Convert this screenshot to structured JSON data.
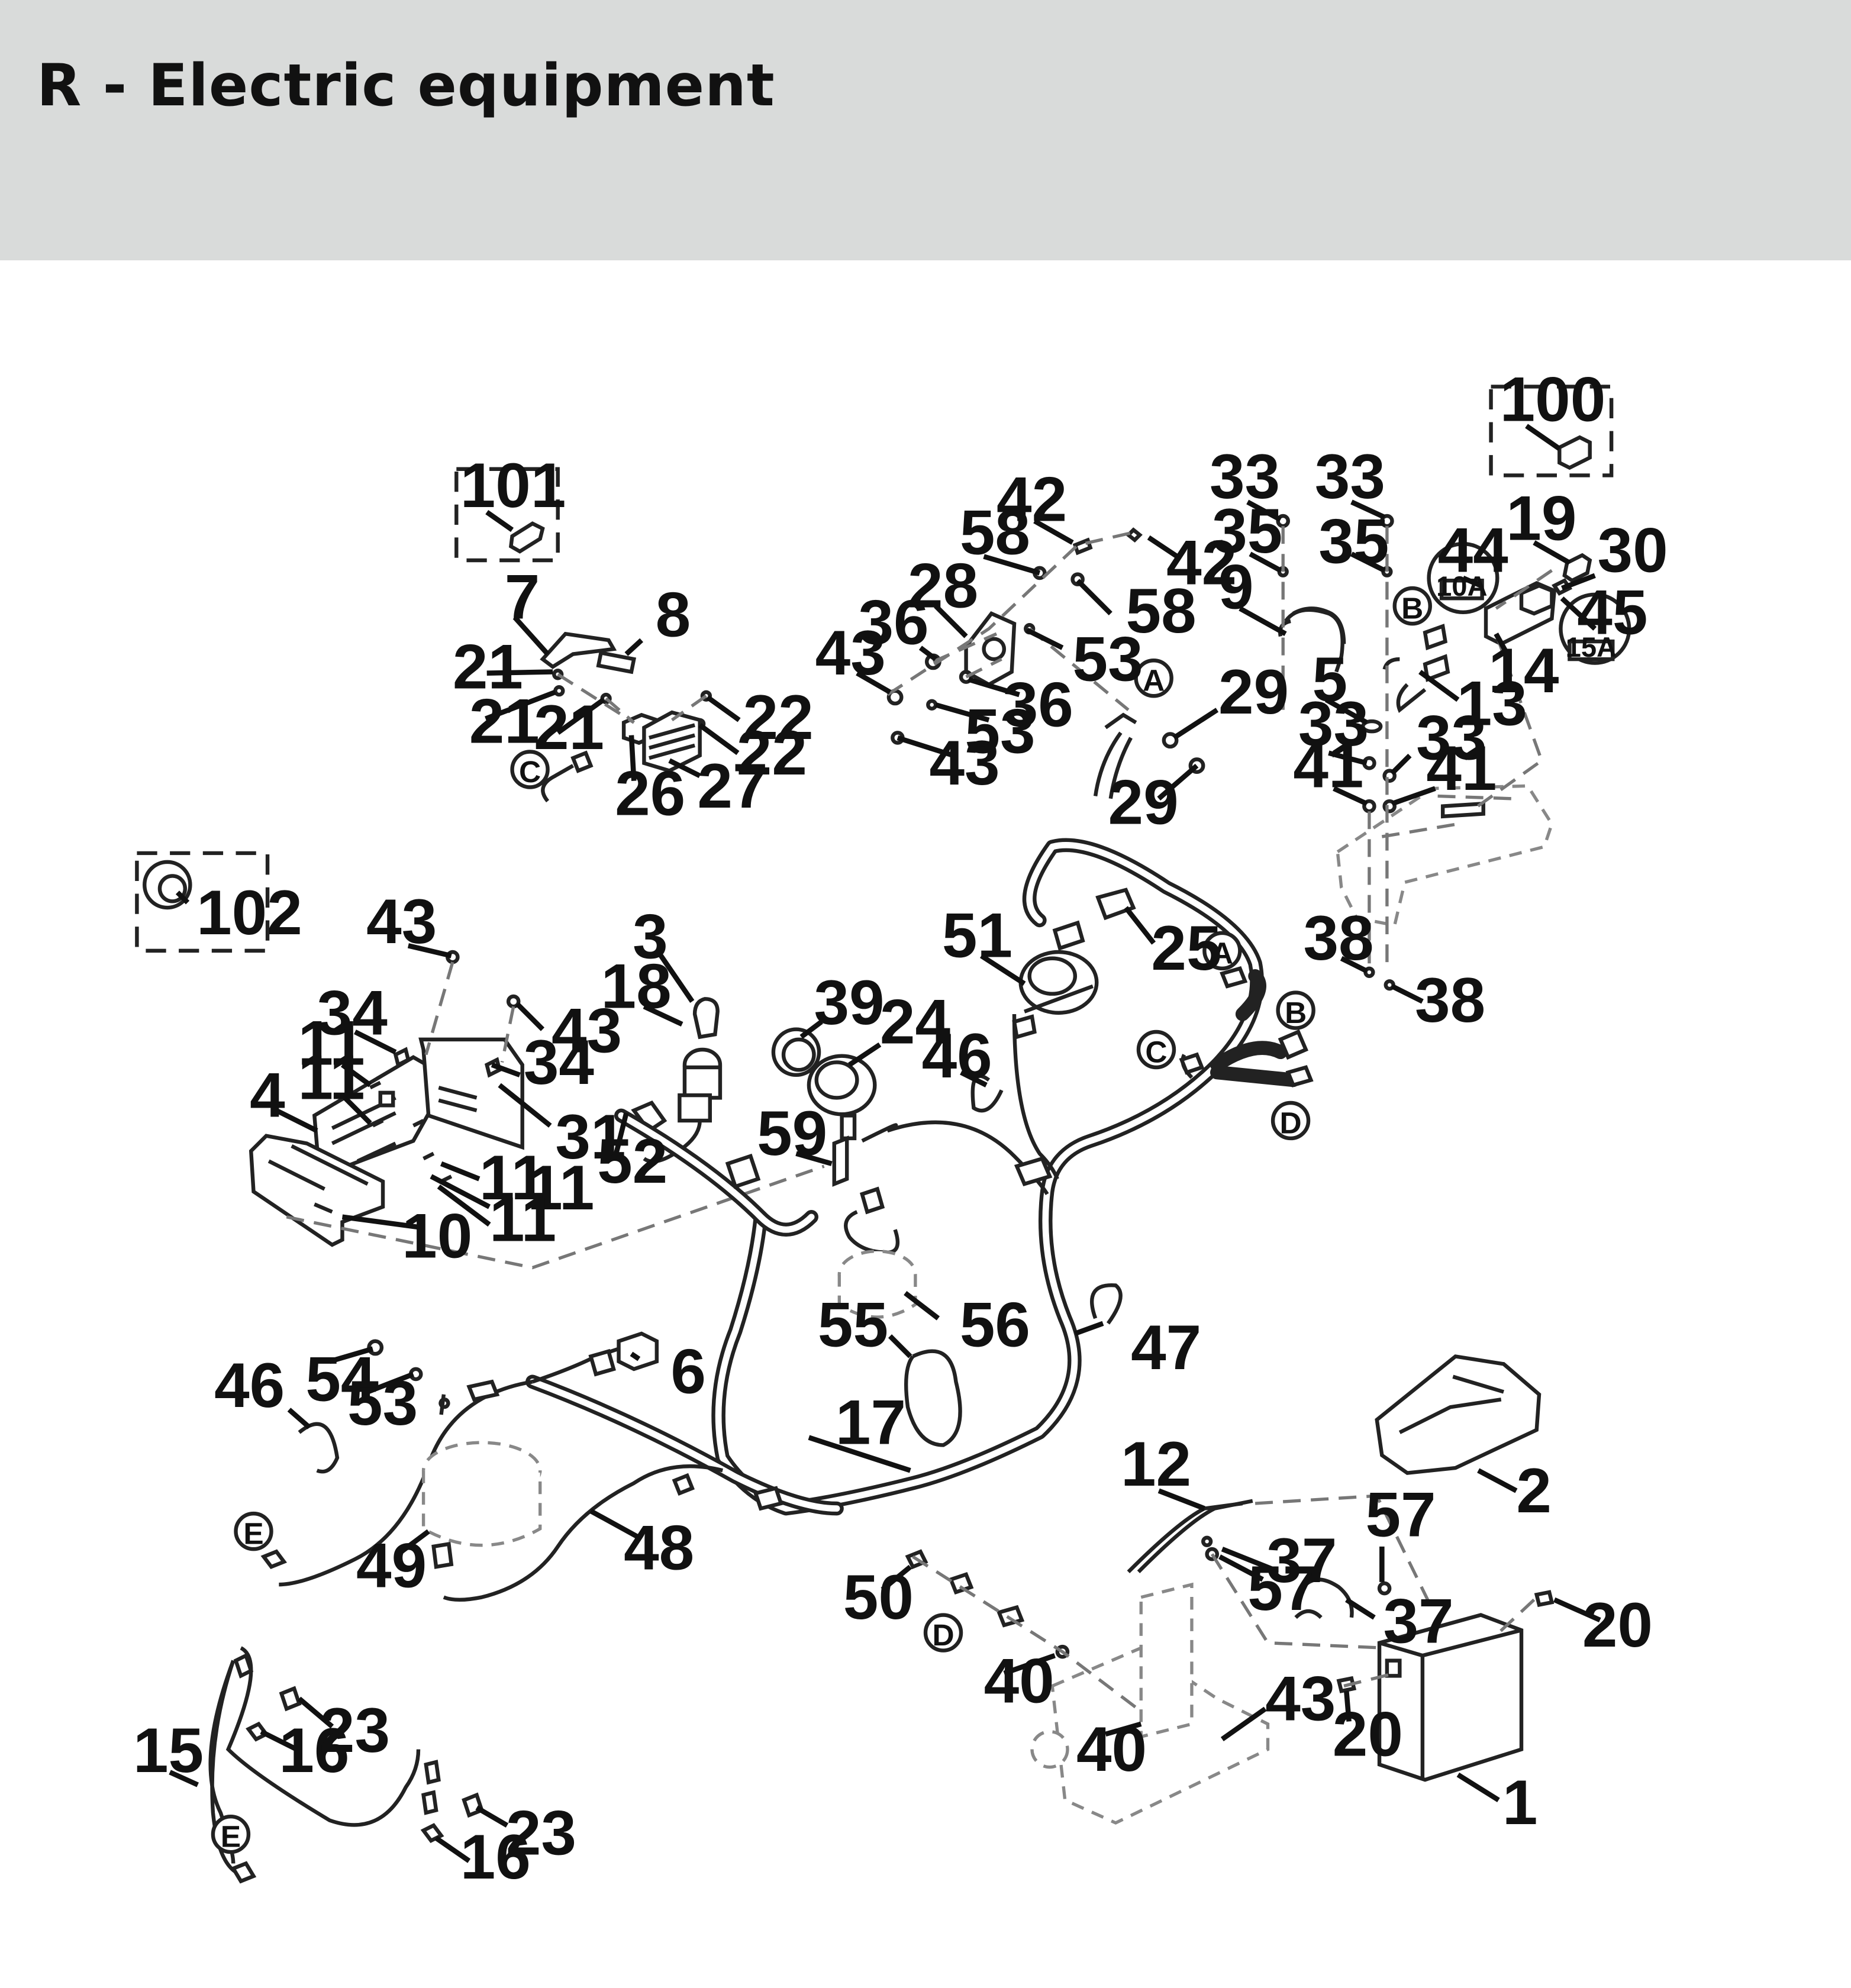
{
  "title": "R - Electric equipment",
  "refs": [
    "A",
    "B",
    "C",
    "D",
    "E"
  ],
  "fuses": [
    "10A",
    "15A"
  ],
  "labels": [
    {
      "id": "l100",
      "text": "100"
    },
    {
      "id": "l101",
      "text": "101"
    },
    {
      "id": "l102",
      "text": "102"
    },
    {
      "id": "l7",
      "text": "7"
    },
    {
      "id": "l8",
      "text": "8"
    },
    {
      "id": "l21a",
      "text": "21"
    },
    {
      "id": "l21b",
      "text": "21"
    },
    {
      "id": "l21c",
      "text": "21"
    },
    {
      "id": "l22a",
      "text": "22"
    },
    {
      "id": "l22b",
      "text": "22"
    },
    {
      "id": "l26",
      "text": "26"
    },
    {
      "id": "l27",
      "text": "27"
    },
    {
      "id": "l42a",
      "text": "42"
    },
    {
      "id": "l42b",
      "text": "42"
    },
    {
      "id": "l58a",
      "text": "58"
    },
    {
      "id": "l58b",
      "text": "58"
    },
    {
      "id": "l28",
      "text": "28"
    },
    {
      "id": "l36a",
      "text": "36"
    },
    {
      "id": "l36b",
      "text": "36"
    },
    {
      "id": "l43a",
      "text": "43"
    },
    {
      "id": "l43b",
      "text": "43"
    },
    {
      "id": "l53a",
      "text": "53"
    },
    {
      "id": "l53b",
      "text": "53"
    },
    {
      "id": "l29a",
      "text": "29"
    },
    {
      "id": "l29b",
      "text": "29"
    },
    {
      "id": "l33a",
      "text": "33"
    },
    {
      "id": "l33b",
      "text": "33"
    },
    {
      "id": "l33c",
      "text": "33"
    },
    {
      "id": "l33d",
      "text": "33"
    },
    {
      "id": "l35a",
      "text": "35"
    },
    {
      "id": "l35b",
      "text": "35"
    },
    {
      "id": "l9",
      "text": "9"
    },
    {
      "id": "l5",
      "text": "5"
    },
    {
      "id": "l41a",
      "text": "41"
    },
    {
      "id": "l41b",
      "text": "41"
    },
    {
      "id": "l19",
      "text": "19"
    },
    {
      "id": "l30",
      "text": "30"
    },
    {
      "id": "l44",
      "text": "44"
    },
    {
      "id": "l45",
      "text": "45"
    },
    {
      "id": "l14",
      "text": "14"
    },
    {
      "id": "l13",
      "text": "13"
    },
    {
      "id": "l38a",
      "text": "38"
    },
    {
      "id": "l38b",
      "text": "38"
    },
    {
      "id": "l43c",
      "text": "43"
    },
    {
      "id": "l43d",
      "text": "43"
    },
    {
      "id": "l34a",
      "text": "34"
    },
    {
      "id": "l34b",
      "text": "34"
    },
    {
      "id": "l11a",
      "text": "11"
    },
    {
      "id": "l11b",
      "text": "11"
    },
    {
      "id": "l11c",
      "text": "11"
    },
    {
      "id": "l11d",
      "text": "11"
    },
    {
      "id": "l11e",
      "text": "11"
    },
    {
      "id": "l4",
      "text": "4"
    },
    {
      "id": "l31",
      "text": "31"
    },
    {
      "id": "l10",
      "text": "10"
    },
    {
      "id": "l3",
      "text": "3"
    },
    {
      "id": "l18",
      "text": "18"
    },
    {
      "id": "l52",
      "text": "52"
    },
    {
      "id": "l39",
      "text": "39"
    },
    {
      "id": "l24",
      "text": "24"
    },
    {
      "id": "l46a",
      "text": "46"
    },
    {
      "id": "l59",
      "text": "59"
    },
    {
      "id": "l51",
      "text": "51"
    },
    {
      "id": "l25",
      "text": "25"
    },
    {
      "id": "l6",
      "text": "6"
    },
    {
      "id": "l55",
      "text": "55"
    },
    {
      "id": "l56",
      "text": "56"
    },
    {
      "id": "l47",
      "text": "47"
    },
    {
      "id": "l17",
      "text": "17"
    },
    {
      "id": "l54",
      "text": "54"
    },
    {
      "id": "l53c",
      "text": "53"
    },
    {
      "id": "l46b",
      "text": "46"
    },
    {
      "id": "l49",
      "text": "49"
    },
    {
      "id": "l48",
      "text": "48"
    },
    {
      "id": "l2",
      "text": "2"
    },
    {
      "id": "l12",
      "text": "12"
    },
    {
      "id": "l57a",
      "text": "57"
    },
    {
      "id": "l57b",
      "text": "57"
    },
    {
      "id": "l37a",
      "text": "37"
    },
    {
      "id": "l37b",
      "text": "37"
    },
    {
      "id": "l50",
      "text": "50"
    },
    {
      "id": "l40a",
      "text": "40"
    },
    {
      "id": "l40b",
      "text": "40"
    },
    {
      "id": "l43e",
      "text": "43"
    },
    {
      "id": "l20a",
      "text": "20"
    },
    {
      "id": "l20b",
      "text": "20"
    },
    {
      "id": "l1",
      "text": "1"
    },
    {
      "id": "l15",
      "text": "15"
    },
    {
      "id": "l16a",
      "text": "16"
    },
    {
      "id": "l16b",
      "text": "16"
    },
    {
      "id": "l23a",
      "text": "23"
    },
    {
      "id": "l23b",
      "text": "23"
    }
  ]
}
